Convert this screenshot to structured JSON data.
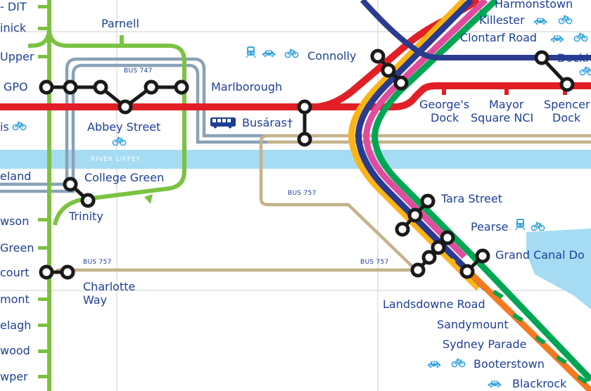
{
  "colors": {
    "red": "#e21f26",
    "green": "#7cc242",
    "navy": "#2a3b8f",
    "yellow": "#fbb416",
    "pink": "#e04c9d",
    "green_dark": "#00a651",
    "orange": "#f47920",
    "bus_tan": "#c4b28a",
    "bus_grey": "#8aa1b6",
    "river": "#a5dcf3",
    "grid": "#cfcfcf",
    "text": "#1e3f97"
  },
  "stations": {
    "dit": "- DIT",
    "dominick": "inick",
    "upper": "Upper",
    "gpo": "GPO",
    "is": "is",
    "eland": "eland",
    "awson": "wson",
    "green": "Green",
    "court": "court",
    "mont": "mont",
    "elagh": "elagh",
    "wood": "wood",
    "cowper": "wper",
    "parnell": "Parnell",
    "abbey_street": "Abbey Street",
    "college_green": "College Green",
    "trinity": "Trinity",
    "charlotte_way_1": "Charlotte",
    "charlotte_way_2": "Way",
    "marlborough": "Marlborough",
    "busaras": "Busáras†",
    "connolly": "Connolly",
    "harmonstown": "Harmonstown",
    "killester": "Killester",
    "clontarf_road": "Clontarf Road",
    "dockl": "Dockl",
    "georges_dock_1": "George's",
    "georges_dock_2": "Dock",
    "mayor_square_1": "Mayor",
    "mayor_square_2": "Square NCI",
    "spencer_dock_1": "Spencer",
    "spencer_dock_2": "Dock",
    "tara_street": "Tara Street",
    "pearse": "Pearse",
    "grand_canal_dock": "Grand Canal Do",
    "landsdowne_road": "Landsdowne Road",
    "sandymount": "Sandymount",
    "sydney_parade": "Sydney Parade",
    "booterstown": "Booterstown",
    "blackrock": "Blackrock"
  },
  "labels": {
    "bus_747": "BUS 747",
    "bus_757_a": "BUS 757",
    "bus_757_b": "BUS 757",
    "bus_757_c": "BUS 757",
    "river_liffey": "RIVER LIFFEY"
  },
  "icons": {
    "bike": "bicycle-icon",
    "car": "car-icon",
    "train": "train-icon",
    "bus": "bus-icon"
  }
}
